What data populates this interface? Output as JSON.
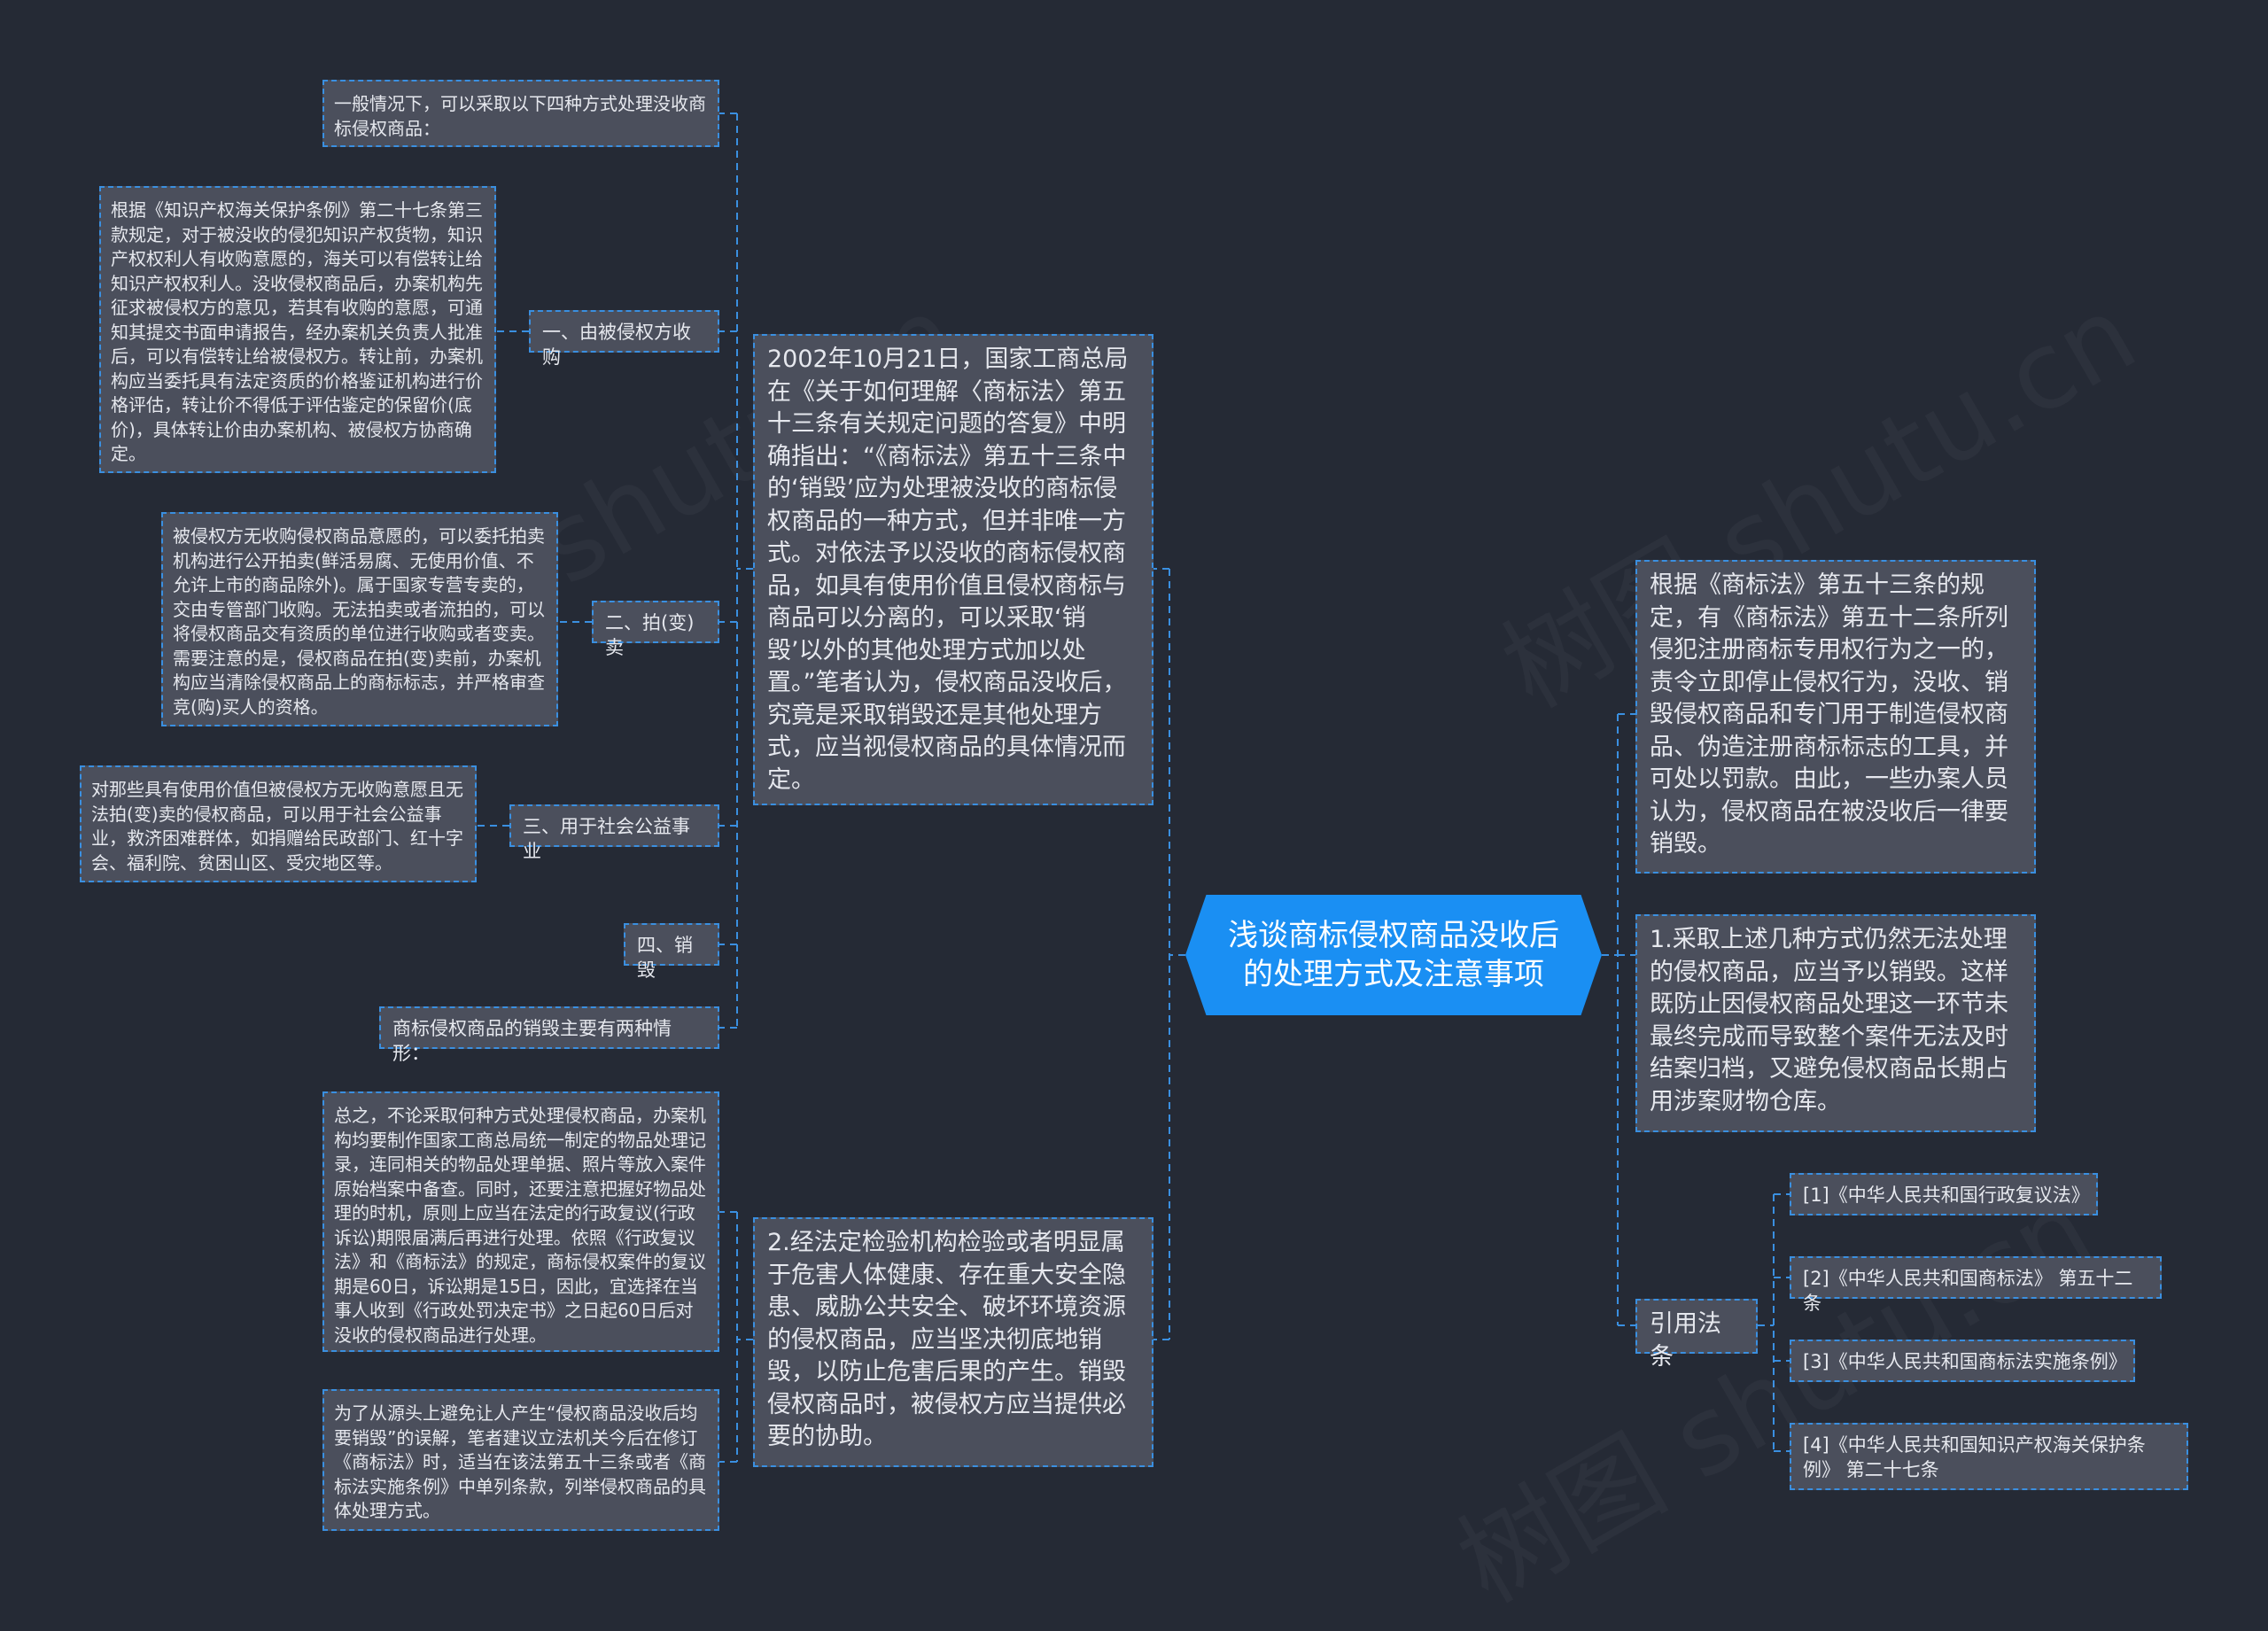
{
  "root": {
    "title": "浅谈商标侵权商品没收后的处理方式及注意事项"
  },
  "right": {
    "r1": "根据《商标法》第五十三条的规定，有《商标法》第五十二条所列侵犯注册商标专用权行为之一的，责令立即停止侵权行为，没收、销毁侵权商品和专门用于制造侵权商品、伪造注册商标标志的工具，并可处以罚款。由此，一些办案人员认为，侵权商品在被没收后一律要销毁。",
    "r2": "1.采取上述几种方式仍然无法处理的侵权商品，应当予以销毁。这样既防止因侵权商品处理这一环节未最终完成而导致整个案件无法及时结案归档，又避免侵权商品长期占用涉案财物仓库。",
    "laws": {
      "label": "引用法条",
      "items": [
        "[1]《中华人民共和国行政复议法》",
        "[2]《中华人民共和国商标法》 第五十二条",
        "[3]《中华人民共和国商标法实施条例》",
        "[4]《中华人民共和国知识产权海关保护条例》 第二十七条"
      ]
    }
  },
  "left": {
    "c1": "2002年10月21日，国家工商总局在《关于如何理解〈商标法〉第五十三条有关规定问题的答复》中明确指出：“《商标法》第五十三条中的‘销毁’应为处理被没收的商标侵权商品的一种方式，但并非唯一方式。对依法予以没收的商标侵权商品，如具有使用价值且侵权商标与商品可以分离的，可以采取‘销毁’以外的其他处理方式加以处置。”笔者认为，侵权商品没收后，究竟是采取销毁还是其他处理方式，应当视侵权商品的具体情况而定。",
    "c1_children": {
      "intro": "一般情况下，可以采取以下四种方式处理没收商标侵权商品：",
      "way1": {
        "label": "一、由被侵权方收购",
        "detail": "根据《知识产权海关保护条例》第二十七条第三款规定，对于被没收的侵犯知识产权货物，知识产权权利人有收购意愿的，海关可以有偿转让给知识产权权利人。没收侵权商品后，办案机构先征求被侵权方的意见，若其有收购的意愿，可通知其提交书面申请报告，经办案机关负责人批准后，可以有偿转让给被侵权方。转让前，办案机构应当委托具有法定资质的价格鉴证机构进行价格评估，转让价不得低于评估鉴定的保留价(底价)，具体转让价由办案机构、被侵权方协商确定。"
      },
      "way2": {
        "label": "二、拍(变)卖",
        "detail": "被侵权方无收购侵权商品意愿的，可以委托拍卖机构进行公开拍卖(鲜活易腐、无使用价值、不允许上市的商品除外)。属于国家专营专卖的，交由专管部门收购。无法拍卖或者流拍的，可以将侵权商品交有资质的单位进行收购或者变卖。需要注意的是，侵权商品在拍(变)卖前，办案机构应当清除侵权商品上的商标标志，并严格审查竞(购)买人的资格。"
      },
      "way3": {
        "label": "三、用于社会公益事业",
        "detail": "对那些具有使用价值但被侵权方无收购意愿且无法拍(变)卖的侵权商品，可以用于社会公益事业，救济困难群体，如捐赠给民政部门、红十字会、福利院、贫困山区、受灾地区等。"
      },
      "way4": {
        "label": "四、销毁"
      },
      "cases": "商标侵权商品的销毁主要有两种情形："
    },
    "c2": "2.经法定检验机构检验或者明显属于危害人体健康、存在重大安全隐患、威胁公共安全、破坏环境资源的侵权商品，应当坚决彻底地销毁，以防止危害后果的产生。销毁侵权商品时，被侵权方应当提供必要的协助。",
    "c2_children": {
      "s1": "总之，不论采取何种方式处理侵权商品，办案机构均要制作国家工商总局统一制定的物品处理记录，连同相关的物品处理单据、照片等放入案件原始档案中备查。同时，还要注意把握好物品处理的时机，原则上应当在法定的行政复议(行政诉讼)期限届满后再进行处理。依照《行政复议法》和《商标法》的规定，商标侵权案件的复议期是60日，诉讼期是15日，因此，宜选择在当事人收到《行政处罚决定书》之日起60日后对没收的侵权商品进行处理。",
      "s2": "为了从源头上避免让人产生“侵权商品没收后均要销毁”的误解，笔者建议立法机关今后在修订《商标法》时，适当在该法第五十三条或者《商标法实施条例》中单列条款，列举侵权商品的具体处理方式。"
    }
  },
  "colors": {
    "background": "#252a35",
    "node": "#4b4f5c",
    "accent": "#1a8ff3",
    "dash": "#3a8fe0"
  }
}
